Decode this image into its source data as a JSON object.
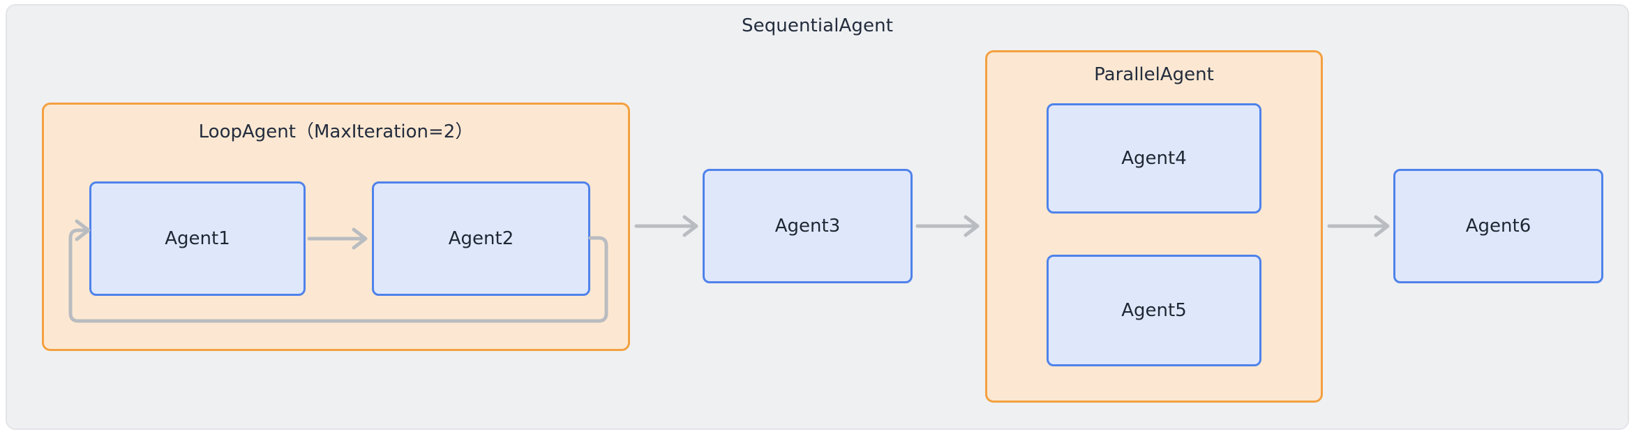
{
  "diagram": {
    "title": "SequentialAgent",
    "background_color": "#eff0f2",
    "group_border_color": "#f3a03f",
    "group_fill_color": "#fce8d2",
    "agent_border_color": "#4f82ea",
    "agent_fill_color": "#dfe7fb",
    "connector_color": "#b9bcc0"
  },
  "groups": {
    "loop": {
      "label": "LoopAgent（MaxIteration=2）",
      "max_iteration": "2"
    },
    "parallel": {
      "label": "ParallelAgent"
    }
  },
  "agents": {
    "agent1": {
      "label": "Agent1"
    },
    "agent2": {
      "label": "Agent2"
    },
    "agent3": {
      "label": "Agent3"
    },
    "agent4": {
      "label": "Agent4"
    },
    "agent5": {
      "label": "Agent5"
    },
    "agent6": {
      "label": "Agent6"
    }
  },
  "connectors": [
    {
      "name": "agent1-to-agent2",
      "from": "Agent1",
      "to": "Agent2",
      "kind": "arrow"
    },
    {
      "name": "agent2-loop-back-to-agent1",
      "from": "Agent2",
      "to": "Agent1",
      "kind": "loop-back-arrow"
    },
    {
      "name": "loopagent-to-agent3",
      "from": "LoopAgent",
      "to": "Agent3",
      "kind": "arrow"
    },
    {
      "name": "agent3-to-parallelagent",
      "from": "Agent3",
      "to": "ParallelAgent",
      "kind": "arrow"
    },
    {
      "name": "parallelagent-to-agent6",
      "from": "ParallelAgent",
      "to": "Agent6",
      "kind": "arrow"
    }
  ]
}
